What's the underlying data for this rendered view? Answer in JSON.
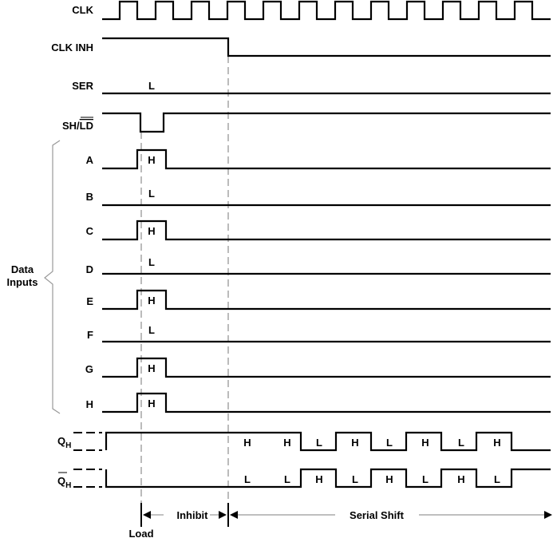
{
  "signals": [
    {
      "name": "CLK",
      "levels": "clock"
    },
    {
      "name": "CLK INH",
      "levels": "high-then-low"
    },
    {
      "name": "SER",
      "value_label": "L"
    },
    {
      "name": "SH/",
      "name_overbar": "LD",
      "levels": "low-pulse"
    },
    {
      "name": "A",
      "value_label": "H"
    },
    {
      "name": "B",
      "value_label": "L"
    },
    {
      "name": "C",
      "value_label": "H"
    },
    {
      "name": "D",
      "value_label": "L"
    },
    {
      "name": "E",
      "value_label": "H"
    },
    {
      "name": "F",
      "value_label": "L"
    },
    {
      "name": "G",
      "value_label": "H"
    },
    {
      "name": "H",
      "value_label": "H"
    }
  ],
  "group": {
    "line1": "Data",
    "line2": "Inputs"
  },
  "outputs": [
    {
      "name": "Q",
      "sub": "H",
      "overbar": false,
      "labels": [
        "H",
        "H",
        "L",
        "H",
        "L",
        "H",
        "L",
        "H"
      ]
    },
    {
      "name": "Q",
      "sub": "H",
      "overbar": true,
      "labels": [
        "L",
        "L",
        "H",
        "L",
        "H",
        "L",
        "H",
        "L"
      ]
    }
  ],
  "phases": {
    "load": "Load",
    "inhibit": "Inhibit",
    "serial": "Serial Shift"
  }
}
